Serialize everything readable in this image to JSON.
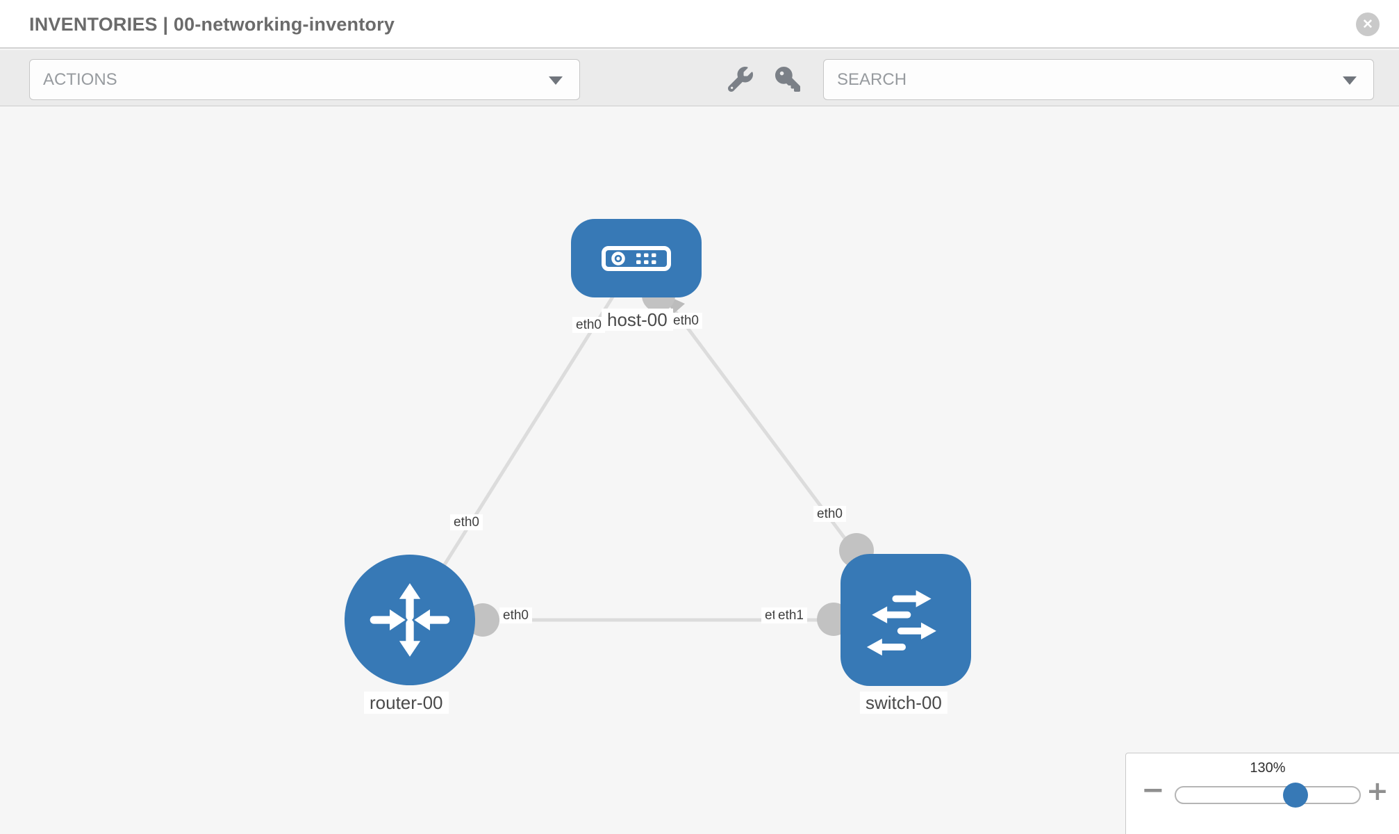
{
  "header": {
    "title": "INVENTORIES | 00-networking-inventory",
    "close_glyph": "✕"
  },
  "toolbar": {
    "actions_label": "ACTIONS",
    "search_label": "SEARCH"
  },
  "topology": {
    "nodes": [
      {
        "label": "host-00",
        "type": "host"
      },
      {
        "label": "router-00",
        "type": "router"
      },
      {
        "label": "switch-00",
        "type": "switch"
      }
    ],
    "interface_labels": [
      {
        "text": "eth0"
      },
      {
        "text": "eth0"
      },
      {
        "text": "eth0"
      },
      {
        "text": "eth0"
      },
      {
        "text": "eth0"
      },
      {
        "text": "eth0"
      },
      {
        "text": "eth1"
      }
    ],
    "links": [
      {
        "from": "host-00",
        "to": "router-00",
        "from_interface": "eth0",
        "to_interface": "eth0"
      },
      {
        "from": "host-00",
        "to": "switch-00",
        "from_interface": "eth0",
        "to_interface": "eth0"
      },
      {
        "from": "router-00",
        "to": "switch-00",
        "from_interface": "eth0",
        "to_interface": "eth1"
      }
    ]
  },
  "zoom_control": {
    "value": "130%",
    "minus_glyph": "−",
    "plus_glyph": "+"
  },
  "colors": {
    "node_blue": "#3779b6",
    "edge_gray": "#dcdcdc",
    "stub_gray": "#c2c2c2",
    "toolbar_gray": "#ebebeb"
  }
}
